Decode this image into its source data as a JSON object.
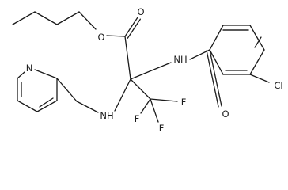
{
  "molecule": {
    "labels": {
      "ester_carbonyl_o": "O",
      "ester_ether_o": "O",
      "amide_nh": "NH",
      "amide_carbonyl_o": "O",
      "chloro": "Cl",
      "pyridine_n": "N",
      "amine_nh": "NH",
      "fluoro_left": "F",
      "fluoro_middle": "F",
      "fluoro_right": "F"
    }
  }
}
